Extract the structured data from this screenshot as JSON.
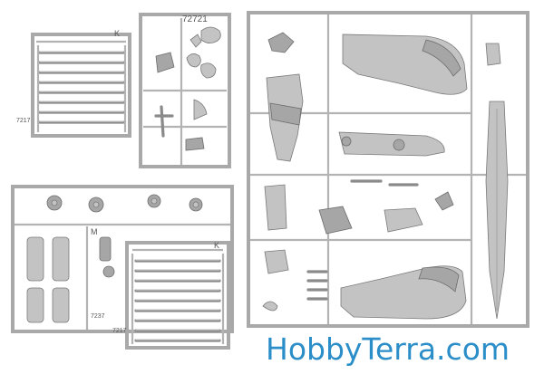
{
  "product": {
    "watermark": "HobbyTerra.com",
    "part_number": "72721",
    "sprue_labels": [
      "K",
      "M",
      "K"
    ],
    "side_codes": [
      "7217",
      "7237",
      "7217"
    ]
  },
  "colors": {
    "background": "#ffffff",
    "plastic": "#b9b9b9",
    "plastic_light": "#cccccc",
    "plastic_dark": "#8e8e8e",
    "outline": "#6f6f6f",
    "watermark": "#2b8ec8"
  }
}
